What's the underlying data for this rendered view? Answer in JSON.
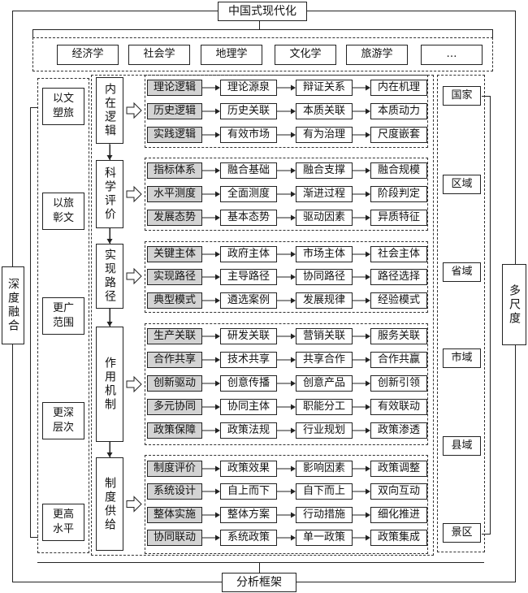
{
  "top_title": "中国式现代化",
  "bottom_title": "分析框架",
  "disciplines": [
    "经济学",
    "社会学",
    "地理学",
    "文化学",
    "旅游学",
    "…"
  ],
  "left_label": "深度融合",
  "right_label": "多尺度",
  "left_items": [
    "以文塑旅",
    "以旅彰文",
    "更广范围",
    "更深层次",
    "更高水平"
  ],
  "right_items": [
    "国家",
    "区域",
    "省域",
    "市域",
    "县域",
    "景区"
  ],
  "sections": [
    {
      "title": "内在逻辑",
      "rows": [
        {
          "label": "理论逻辑",
          "items": [
            "理论源泉",
            "辩证关系",
            "内在机理"
          ]
        },
        {
          "label": "历史逻辑",
          "items": [
            "历史关联",
            "本质关联",
            "本质动力"
          ]
        },
        {
          "label": "实践逻辑",
          "items": [
            "有效市场",
            "有为治理",
            "尺度嵌套"
          ]
        }
      ]
    },
    {
      "title": "科学评价",
      "rows": [
        {
          "label": "指标体系",
          "items": [
            "融合基础",
            "融合支撑",
            "融合规模"
          ]
        },
        {
          "label": "水平测度",
          "items": [
            "全面测度",
            "渐进过程",
            "阶段判定"
          ]
        },
        {
          "label": "发展态势",
          "items": [
            "基本态势",
            "驱动因素",
            "异质特征"
          ]
        }
      ]
    },
    {
      "title": "实现路径",
      "rows": [
        {
          "label": "关键主体",
          "items": [
            "政府主体",
            "市场主体",
            "社会主体"
          ]
        },
        {
          "label": "实现路径",
          "items": [
            "主导路径",
            "协同路径",
            "路径选择"
          ]
        },
        {
          "label": "典型模式",
          "items": [
            "遴选案例",
            "发展规律",
            "经验模式"
          ]
        }
      ]
    },
    {
      "title": "作用机制",
      "rows": [
        {
          "label": "生产关联",
          "items": [
            "研发关联",
            "营销关联",
            "服务关联"
          ]
        },
        {
          "label": "合作共享",
          "items": [
            "技术共享",
            "共享合作",
            "合作共赢"
          ]
        },
        {
          "label": "创新驱动",
          "items": [
            "创意传播",
            "创意产品",
            "创新引领"
          ]
        },
        {
          "label": "多元协同",
          "items": [
            "协同主体",
            "职能分工",
            "有效联动"
          ]
        },
        {
          "label": "政策保障",
          "items": [
            "政策法规",
            "行业规划",
            "政策渗透"
          ]
        }
      ]
    },
    {
      "title": "制度供给",
      "rows": [
        {
          "label": "制度评价",
          "items": [
            "政策效果",
            "影响因素",
            "政策调整"
          ]
        },
        {
          "label": "系统设计",
          "items": [
            "自上而下",
            "自下而上",
            "双向互动"
          ]
        },
        {
          "label": "整体实施",
          "items": [
            "整体方案",
            "行动措施",
            "细化推进"
          ]
        },
        {
          "label": "协同联动",
          "items": [
            "系统政策",
            "单一政策",
            "政策集成"
          ]
        }
      ]
    }
  ]
}
